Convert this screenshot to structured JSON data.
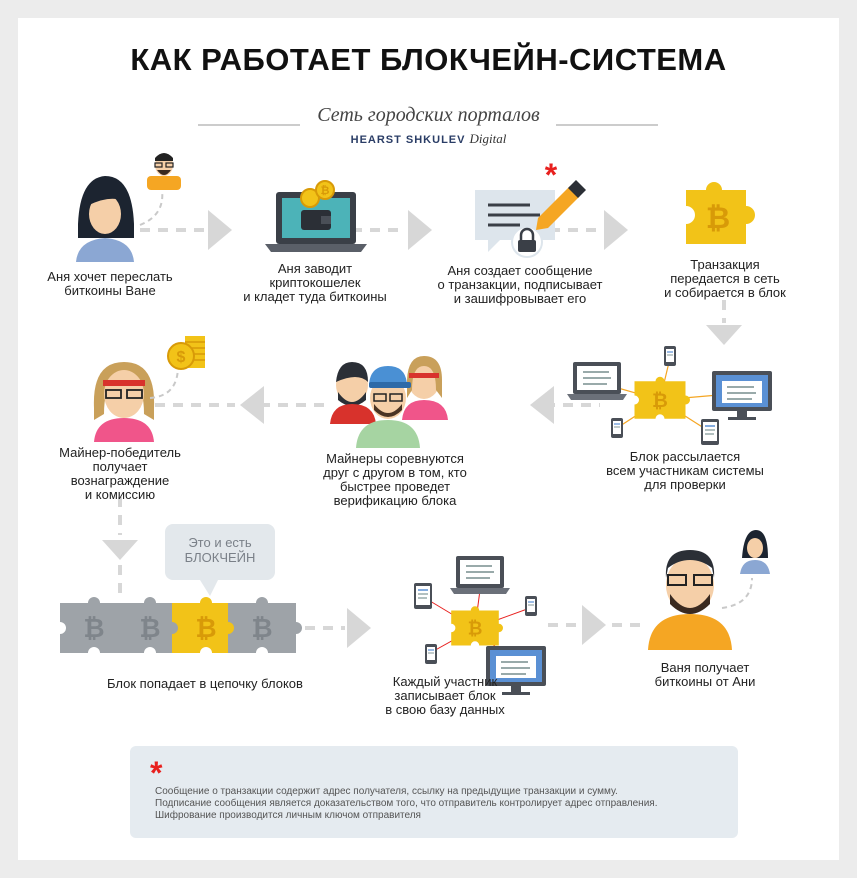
{
  "title": "КАК РАБОТАЕТ БЛОКЧЕЙН-СИСТЕМА",
  "brand": {
    "line1": "Сеть городских порталов",
    "line2_bold": "HEARST SHKULEV",
    "line2_italic": "Digital"
  },
  "steps": {
    "s1": [
      "Аня хочет переслать",
      "биткоины Ване"
    ],
    "s2": [
      "Аня заводит",
      "криптокошелек",
      "и кладет туда биткоины"
    ],
    "s3": [
      "Аня создает сообщение",
      "о транзакции, подписывает",
      "и зашифровывает его"
    ],
    "s4": [
      "Транзакция",
      "передается в сеть",
      "и собирается в блок"
    ],
    "s5": [
      "Блок рассылается",
      "всем участникам системы",
      "для проверки"
    ],
    "s6": [
      "Майнеры соревнуются",
      "друг с другом в том, кто",
      "быстрее проведет",
      "верификацию блока"
    ],
    "s7": [
      "Майнер-победитель",
      "получает",
      "вознаграждение",
      "и комиссию"
    ],
    "s8": [
      "Блок попадает в цепочку блоков"
    ],
    "s9": [
      "Каждый участник",
      "записывает блок",
      "в свою базу данных"
    ],
    "s10": [
      "Ваня получает",
      "биткоины от Ани"
    ]
  },
  "bubble": [
    "Это и есть",
    "БЛОКЧЕЙН"
  ],
  "note": {
    "star": "*",
    "lines": [
      "Сообщение о транзакции содержит адрес получателя, ссылку на предыдущие транзакции и сумму.",
      "Подписание сообщения является доказательством того, что отправитель контролирует адрес отправления.",
      "Шифрование производится личным ключом отправителя"
    ]
  },
  "colors": {
    "gold": "#f2c318",
    "gray_block": "#9ea3a8",
    "connector": "#d7d7d7",
    "orange": "#f5a623",
    "pink": "#f0558a",
    "blue_person": "#8ba7d3",
    "green_person": "#a6d4a2",
    "red_accent": "#e8201e"
  },
  "icons": [
    "coin-icon",
    "wallet-icon",
    "laptop-icon",
    "message-icon",
    "lock-icon",
    "pen-icon",
    "puzzle-block-icon",
    "monitor-icon",
    "tablet-icon",
    "phone-icon"
  ]
}
